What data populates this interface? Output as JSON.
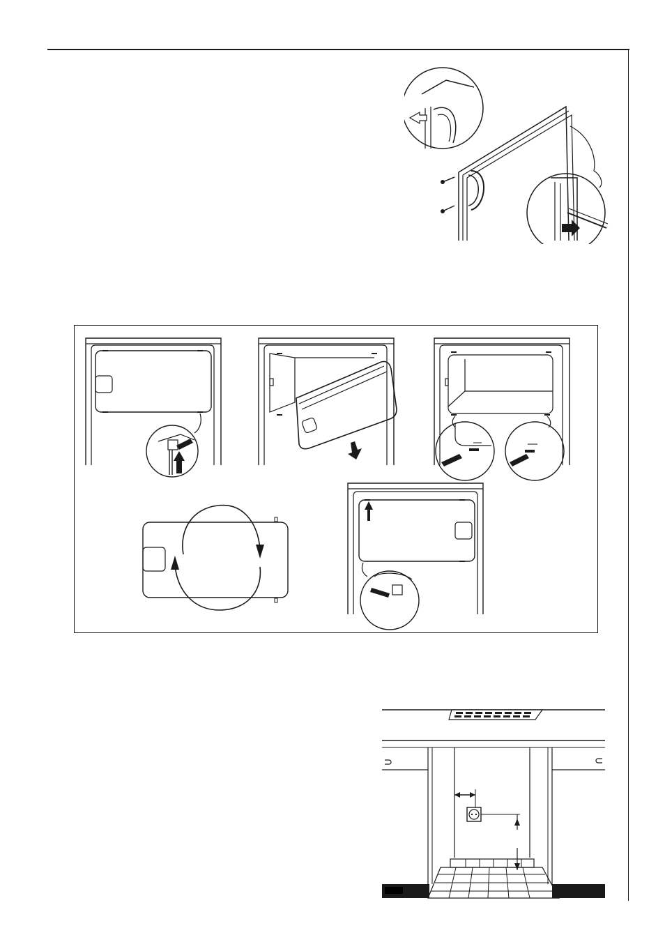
{
  "page": {
    "header_rule": true,
    "right_margin_rule": true
  },
  "figures": {
    "door_handle_removal": {
      "icon": "door-handle-removal-illustration",
      "step_count": 1
    },
    "door_reversal_steps": {
      "icon": "door-reversal-sequence",
      "step_count": 5
    },
    "installation_niche": {
      "icon": "installation-niche-illustration",
      "step_count": 1
    }
  },
  "colors": {
    "ink": "#1a1a1a",
    "paper": "#ffffff"
  }
}
